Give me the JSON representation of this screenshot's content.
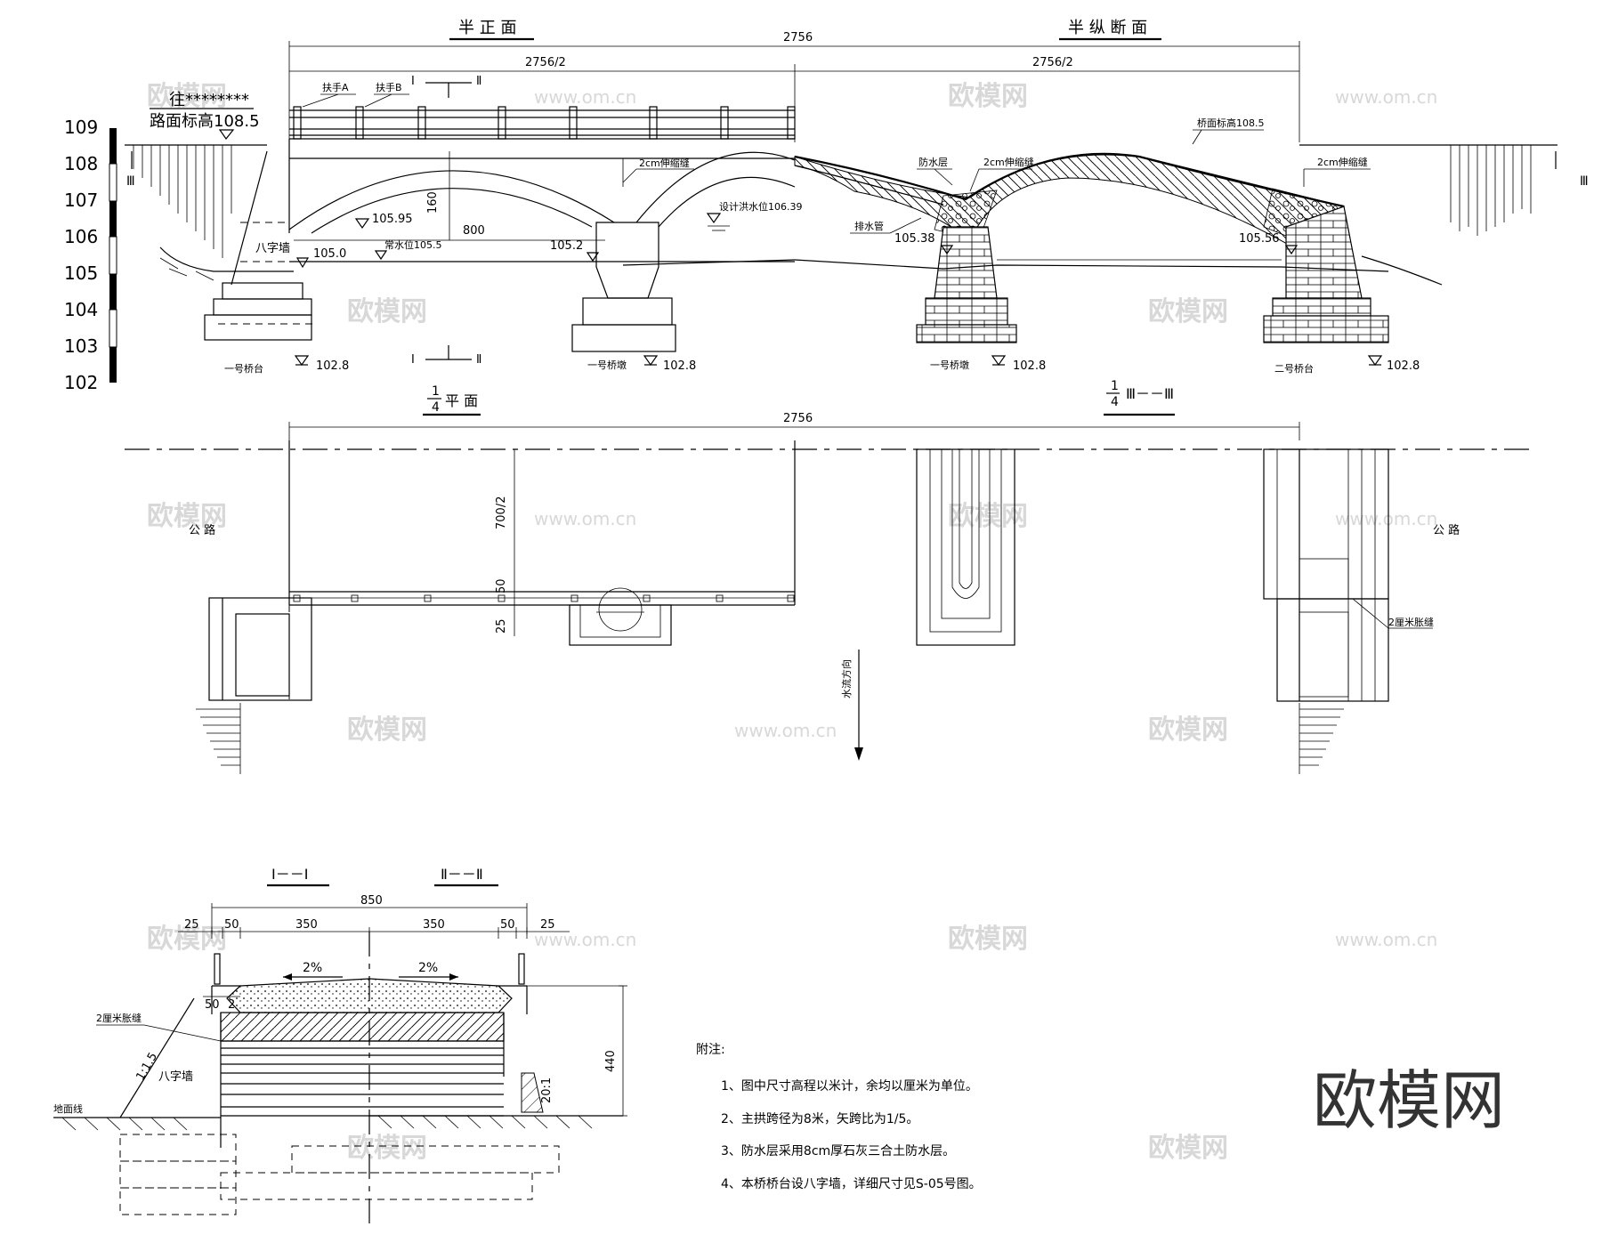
{
  "titles": {
    "half_front": "半 正 面",
    "half_longitudinal": "半 纵 断 面",
    "quarter_plan_num": "1",
    "quarter_plan_den": "4",
    "quarter_plan": "平 面",
    "quarter_section_num": "1",
    "quarter_section_den": "4",
    "quarter_section": "Ⅲ－－Ⅲ",
    "section_1": "Ⅰ－－Ⅰ",
    "section_2": "Ⅱ－－Ⅱ"
  },
  "dimensions": {
    "total_length": "2756",
    "half_length_left": "2756/2",
    "half_length_right": "2756/2",
    "plan_total": "2756",
    "half_width": "700/2",
    "d50": "50",
    "d25": "25",
    "rise": "160",
    "span": "800",
    "section_total": "850",
    "s25a": "25",
    "s50a": "50",
    "s350a": "350",
    "s350b": "350",
    "s50b": "50",
    "s25b": "25",
    "s_height": "440",
    "slope_a": "2%",
    "slope_b": "2%",
    "s50c": "50",
    "s2": "2",
    "ratio_1_15": "1:1.5",
    "ratio_20_1": "20:1"
  },
  "labels": {
    "toward": "往********",
    "road_elev": "路面标高108.5",
    "handrail_a": "扶手A",
    "handrail_b": "扶手B",
    "sec_mark_1": "Ⅰ",
    "sec_mark_2": "Ⅱ",
    "sec_mark_3": "Ⅲ",
    "wing_wall": "八字墙",
    "exp_joint_a": "2cm伸缩缝",
    "exp_joint_b": "2cm伸缩缝",
    "exp_joint_c": "2cm伸缩缝",
    "waterproof": "防水层",
    "drain_pipe": "排水管",
    "deck_elev": "桥面标高108.5",
    "flood_level": "设计洪水位106.39",
    "normal_level": "常水位105.5",
    "abutment_1": "一号桥台",
    "pier_1a": "一号桥墩",
    "pier_1b": "一号桥墩",
    "abutment_2": "二号桥台",
    "road_left": "公    路",
    "road_right": "公    路",
    "flow_dir": "水流方向",
    "joint_2cm": "2厘米胀缝",
    "joint_2cm_b": "2厘米胀缝",
    "wing_wall_b": "八字墙",
    "ground_line": "地面线"
  },
  "elevations": {
    "e1": "105.95",
    "e2": "105.0",
    "e3": "105.2",
    "e4": "105.38",
    "e5": "105.56",
    "e6": "102.8",
    "e7": "102.8",
    "e8": "102.8",
    "e9": "102.8"
  },
  "scale_ticks": [
    "109",
    "108",
    "107",
    "106",
    "105",
    "104",
    "103",
    "102"
  ],
  "notes": {
    "heading": "附注:",
    "n1": "1、图中尺寸高程以米计，余均以厘米为单位。",
    "n2": "2、主拱跨径为8米，矢跨比为1/5。",
    "n3": "3、防水层采用8cm厚石灰三合土防水层。",
    "n4": "4、本桥桥台设八字墙，详细尺寸见S-05号图。"
  },
  "watermarks": {
    "brand": "欧模网",
    "url": "www.om.cn"
  }
}
